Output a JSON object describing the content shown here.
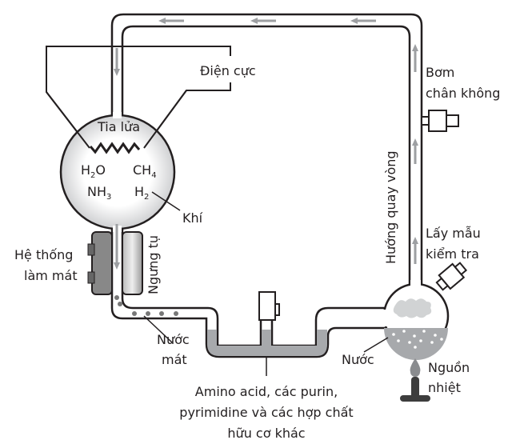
{
  "labels": {
    "electrode": "Điện cực",
    "spark": "Tia lửa",
    "h2o": {
      "base": "H",
      "sub": "2",
      "tail": "O"
    },
    "ch4": {
      "base": "CH",
      "sub": "4"
    },
    "nh3": {
      "base": "NH",
      "sub": "3"
    },
    "h2": {
      "base": "H",
      "sub": "2"
    },
    "gas": "Khí",
    "vacuum_pump": [
      "Bơm",
      "chân không"
    ],
    "circulation": "Hướng quay vòng",
    "sampling": [
      "Lấy mẫu",
      "kiểm tra"
    ],
    "condensation": "Ngưng tụ",
    "cooling_system": [
      "Hệ thống",
      "làm mát"
    ],
    "cold_water": [
      "Nước",
      "mát"
    ],
    "water": "Nước",
    "heat_source": [
      "Nguồn",
      "nhiệt"
    ],
    "products": [
      "Amino acid, các purin,",
      "pyrimidine và các hợp chất",
      "hữu cơ khác"
    ]
  },
  "colors": {
    "line": "#231f20",
    "liquid": "#a7a9ac",
    "arrow": "#9d9fa2",
    "flame": "#8a8c8f",
    "burner": "#3d3d3d"
  }
}
